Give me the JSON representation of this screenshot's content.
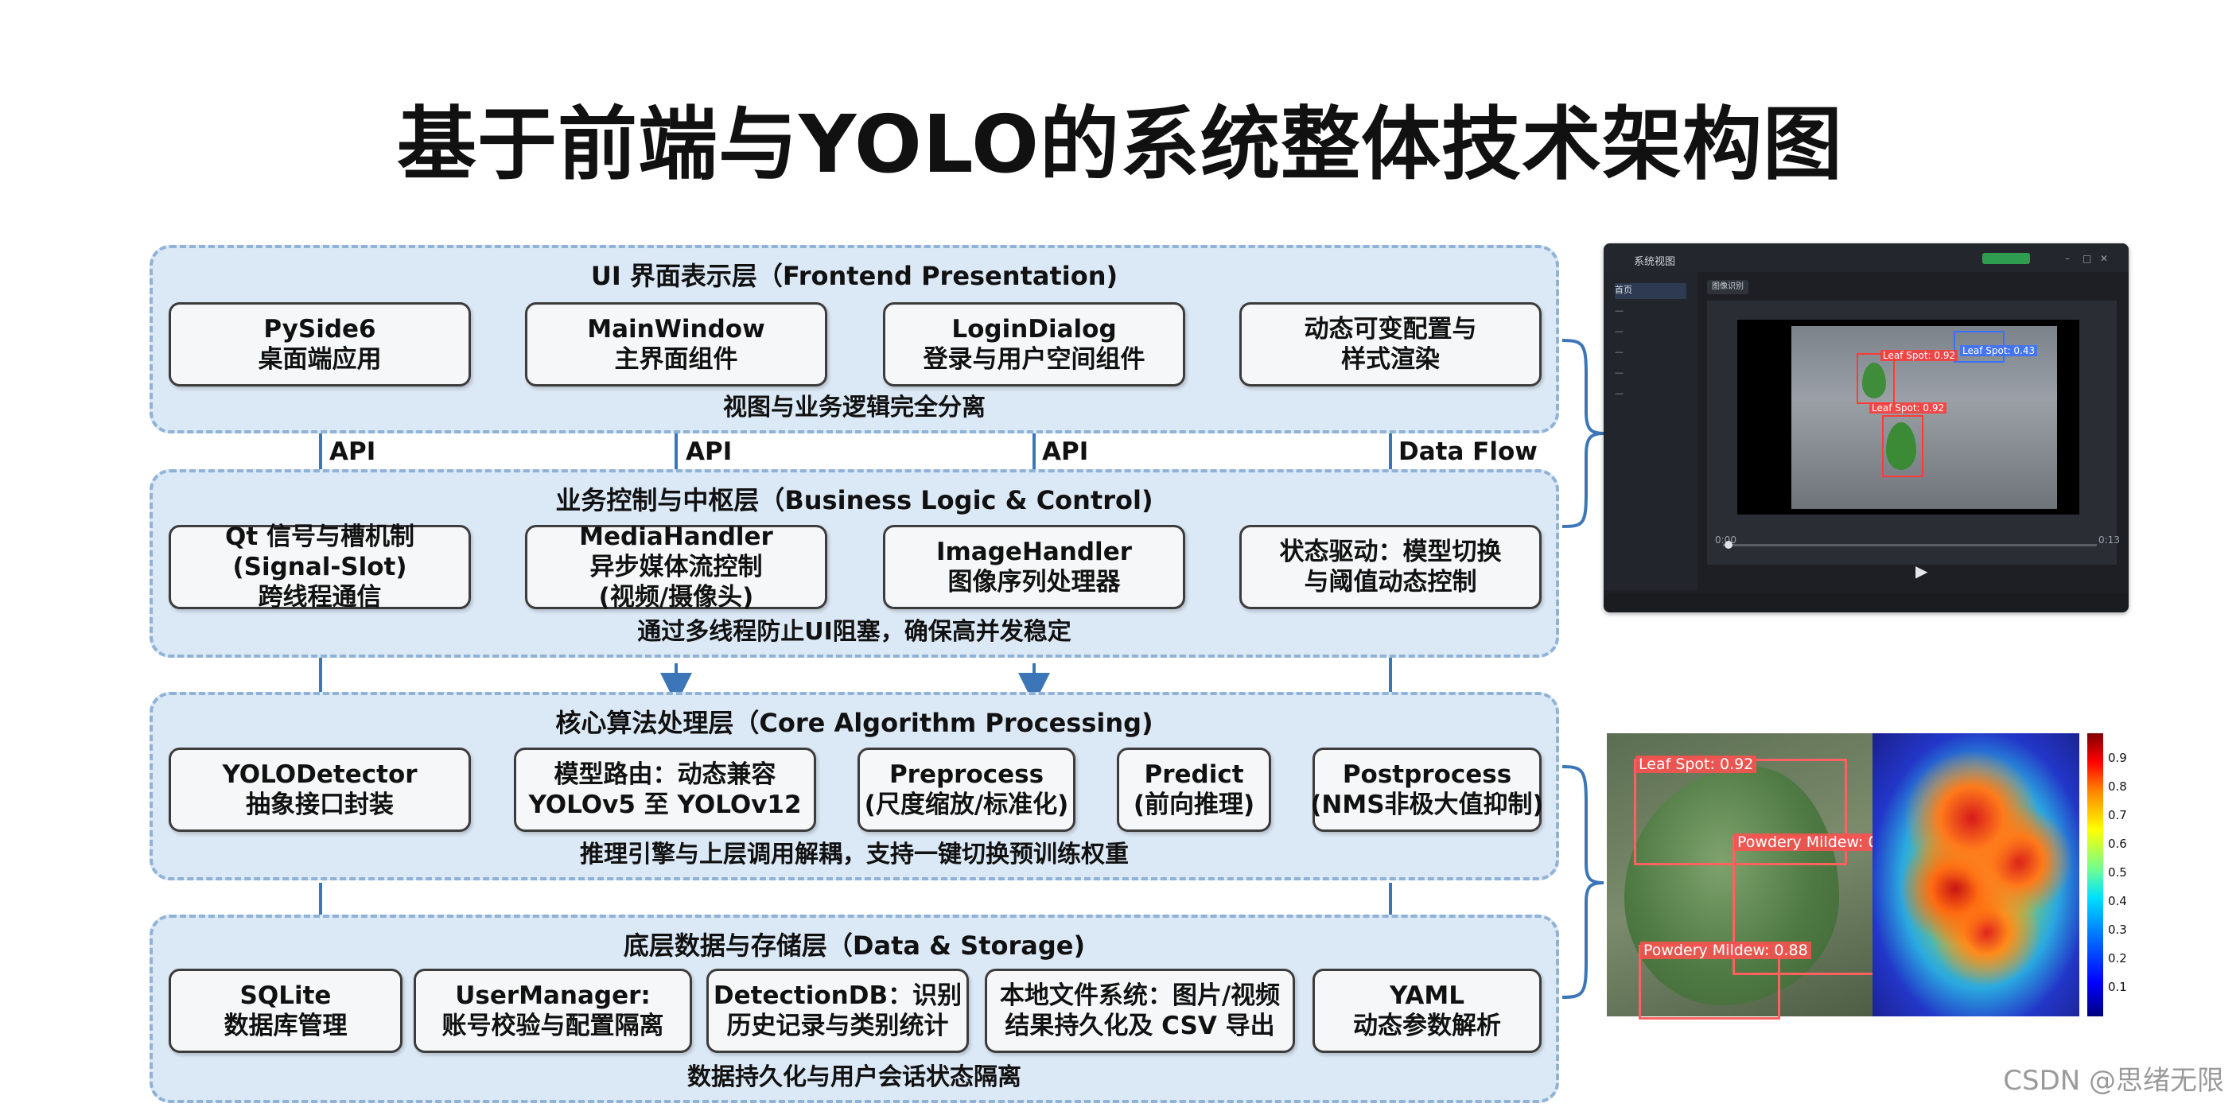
{
  "title": "基于前端与YOLO的系统整体技术架构图",
  "layers": {
    "frontend": {
      "title": "UI 界面表示层（Frontend Presentation)",
      "caption": "视图与业务逻辑完全分离",
      "boxes": [
        {
          "line1": "PySide6",
          "line2": "桌面端应用"
        },
        {
          "line1": "MainWindow",
          "line2": "主界面组件"
        },
        {
          "line1": "LoginDialog",
          "line2": "登录与用户空间组件"
        },
        {
          "line1": "动态可变配置与",
          "line2": "样式渲染"
        }
      ]
    },
    "business": {
      "title": "业务控制与中枢层（Business Logic & Control)",
      "caption": "通过多线程防止UI阻塞，确保高并发稳定",
      "boxes": [
        {
          "line1": "Qt 信号与槽机制",
          "line2": "(Signal-Slot)",
          "line3": "跨线程通信"
        },
        {
          "line1": "MediaHandler",
          "line2": "异步媒体流控制",
          "line3": "(视频/摄像头)"
        },
        {
          "line1": "ImageHandler",
          "line2": "图像序列处理器"
        },
        {
          "line1": "状态驱动：模型切换",
          "line2": "与阈值动态控制"
        }
      ]
    },
    "core": {
      "title": "核心算法处理层（Core Algorithm Processing)",
      "caption": "推理引擎与上层调用解耦，支持一键切换预训练权重",
      "boxes": [
        {
          "line1": "YOLODetector",
          "line2": "抽象接口封装"
        },
        {
          "line1": "模型路由：动态兼容",
          "line2": "YOLOv5 至 YOLOv12"
        },
        {
          "line1": "Preprocess",
          "line2": "(尺度缩放/标准化)"
        },
        {
          "line1": "Predict",
          "line2": "(前向推理)"
        },
        {
          "line1": "Postprocess",
          "line2": "(NMS非极大值抑制)"
        }
      ]
    },
    "storage": {
      "title": "底层数据与存储层（Data & Storage)",
      "caption": "数据持久化与用户会话状态隔离",
      "boxes": [
        {
          "line1": "SQLite",
          "line2": "数据库管理"
        },
        {
          "line1": "UserManager:",
          "line2": "账号校验与配置隔离"
        },
        {
          "line1": "DetectionDB：识别",
          "line2": "历史记录与类别统计"
        },
        {
          "line1": "本地文件系统：图片/视频",
          "line2": "结果持久化及 CSV 导出"
        },
        {
          "line1": "YAML",
          "line2": "动态参数解析"
        }
      ]
    }
  },
  "edge_labels": {
    "api_1": "API",
    "api_2": "API",
    "api_3": "API",
    "data_flow": "Data Flow"
  },
  "app_screenshot": {
    "window_title": "系统视图",
    "sidebar_items": [
      "首页",
      "",
      "",
      "",
      "",
      ""
    ],
    "active_tab": "图像识别",
    "detections": [
      "Leaf Spot: 0.92",
      "Leaf Spot: 0.92",
      "Leaf Spot: 0.43"
    ],
    "time_start": "0:00",
    "time_end": "0:13"
  },
  "heatmap_figure": {
    "detections": [
      "Leaf Spot: 0.92",
      "Powdery Mildew: 0.88",
      "Powdery Mildew: 0.88"
    ],
    "colorbar_ticks": [
      "0.9",
      "0.8",
      "0.7",
      "0.6",
      "0.5",
      "0.4",
      "0.3",
      "0.2",
      "0.1"
    ]
  },
  "watermark": "CSDN @思绪无限"
}
